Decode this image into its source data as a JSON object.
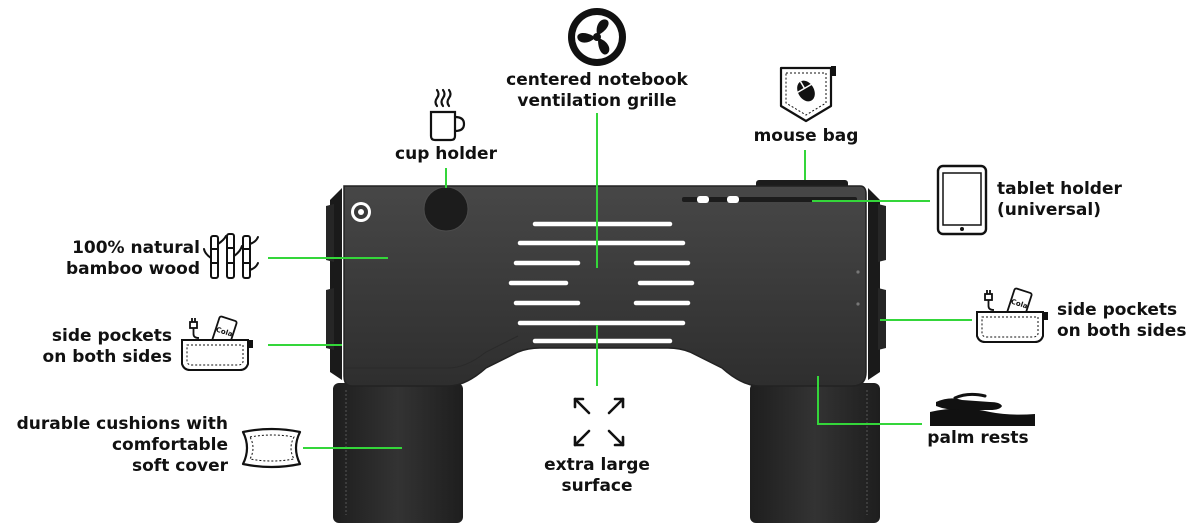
{
  "colors": {
    "callout_line": "#34d63a",
    "desk_surface": "#3b3b3b",
    "cushion": "#2b2b2b",
    "text": "#111111"
  },
  "features": [
    {
      "id": "ventilation",
      "lines": [
        "centered notebook",
        "ventilation grille"
      ],
      "icon": "fan-icon"
    },
    {
      "id": "cup",
      "lines": [
        "cup holder"
      ],
      "icon": "cup-icon"
    },
    {
      "id": "mouse",
      "lines": [
        "mouse bag"
      ],
      "icon": "mouse-pocket-icon"
    },
    {
      "id": "tablet",
      "lines": [
        "tablet holder",
        "(universal)"
      ],
      "icon": "tablet-icon"
    },
    {
      "id": "bamboo",
      "lines": [
        "100% natural",
        "bamboo wood"
      ],
      "icon": "bamboo-icon"
    },
    {
      "id": "pockets_left",
      "lines": [
        "side pockets",
        "on both sides"
      ],
      "icon": "side-pocket-icon"
    },
    {
      "id": "pockets_right",
      "lines": [
        "side pockets",
        "on both sides"
      ],
      "icon": "side-pocket-icon"
    },
    {
      "id": "cushions",
      "lines": [
        "durable cushions with",
        "comfortable",
        "soft cover"
      ],
      "icon": "pillow-icon"
    },
    {
      "id": "surface",
      "lines": [
        "extra large",
        "surface"
      ],
      "icon": "expand-arrows-icon"
    },
    {
      "id": "palm",
      "lines": [
        "palm rests"
      ],
      "icon": "palm-rest-icon"
    }
  ],
  "pocket_icon_text": "Cola"
}
